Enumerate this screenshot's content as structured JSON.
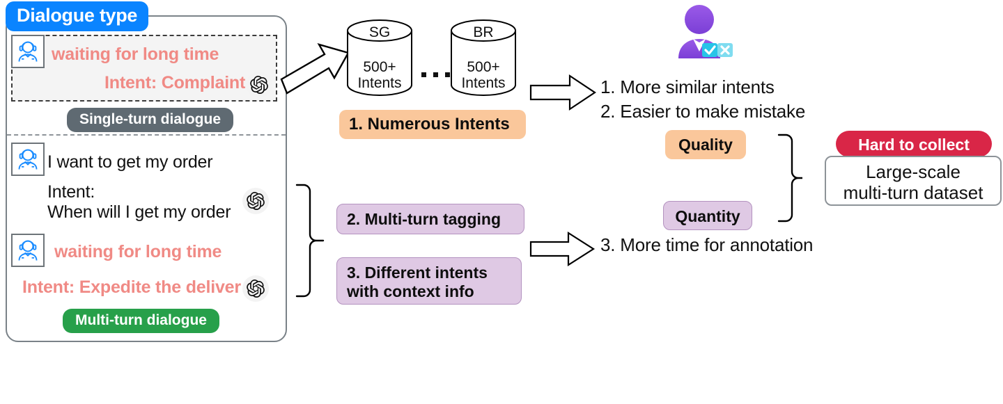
{
  "panel": {
    "title_badge": "Dialogue type",
    "single_turn": {
      "messages": [
        {
          "icon": "agent-headset-icon",
          "text": "waiting for long time"
        },
        {
          "icon": "chatgpt-icon",
          "text": "Intent: Complaint"
        }
      ],
      "label": "Single-turn dialogue"
    },
    "multi_turn": {
      "messages": [
        {
          "icon": "agent-headset-icon",
          "text": "I want to get my order"
        },
        {
          "icon": "chatgpt-icon",
          "text_line1": "Intent:",
          "text_line2": "When will I get my order"
        },
        {
          "icon": "agent-headset-icon",
          "text": "waiting for long time"
        },
        {
          "icon": "chatgpt-icon",
          "text": "Intent: Expedite the deliver"
        }
      ],
      "label": "Multi-turn dialogue"
    }
  },
  "databases": [
    {
      "name": "SG",
      "line1": "500+",
      "line2": "Intents"
    },
    {
      "name": "BR",
      "line1": "500+",
      "line2": "Intents"
    }
  ],
  "ellipsis": "· · ·",
  "challenges": {
    "numerous_intents": "1. Numerous Intents",
    "multi_turn_tagging": "2. Multi-turn tagging",
    "different_intents": "3. Different intents with context info",
    "different_intents_line1": "3. Different intents",
    "different_intents_line2": "with context info"
  },
  "outcomes": {
    "one": "1. More similar intents",
    "two": "2. Easier to make mistake",
    "three": "3. More time for annotation"
  },
  "dimensions": {
    "quality": "Quality",
    "quantity": "Quantity"
  },
  "conclusion": {
    "badge": "Hard to collect",
    "dataset_line1": "Large-scale",
    "dataset_line2": "multi-turn dataset"
  },
  "icons": {
    "annotator": "annotator-avatar-icon",
    "check": "check-icon",
    "cross": "cross-icon"
  },
  "colors": {
    "blue_badge": "#0a84ff",
    "gray_badge": "#5f6a72",
    "green_badge": "#27a04a",
    "orange_box": "#fac79b",
    "purple_box": "#dfc9e4",
    "red_badge": "#d92647",
    "pink_text": "#f08a85",
    "avatar_purple": "#8a4fe0",
    "badge_cyan": "#27c4e8"
  }
}
